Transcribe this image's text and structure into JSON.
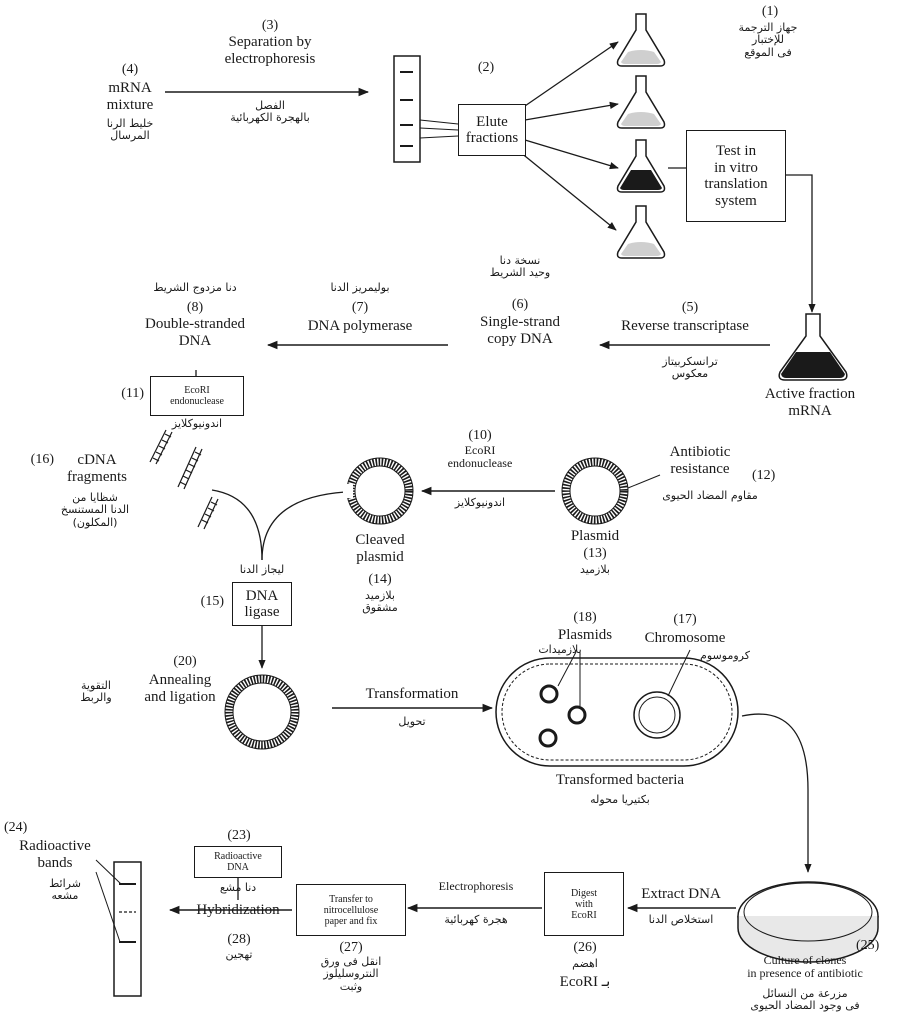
{
  "s1": {
    "num": "(1)",
    "ar": "جهاز الترجمة\nللإختبار\nفى الموقع",
    "box": "Test in\nin vitro\ntranslation\nsystem"
  },
  "s2": {
    "num": "(2)",
    "box": "Elute\nfractions"
  },
  "s3": {
    "num": "(3)",
    "en": "Separation by\nelectrophoresis",
    "ar": "الفصل\nبالهجرة الكهربائية"
  },
  "s4": {
    "num": "(4)",
    "en": "mRNA\nmixture",
    "ar": "خليط الرنا\nالمرسال"
  },
  "s5": {
    "num": "(5)",
    "en": "Reverse transcriptase",
    "ar": "ترانسكربيتاز\nمعكوس"
  },
  "active": {
    "en": "Active fraction\nmRNA"
  },
  "s6": {
    "ar": "نسخة دنا\nوحيد الشريط",
    "num": "(6)",
    "en": "Single-strand\ncopy DNA"
  },
  "s7": {
    "ar": "بوليمريز الدنا",
    "num": "(7)",
    "en": "DNA polymerase"
  },
  "s8": {
    "ar": "دنا مزدوج الشريط",
    "num": "(8)",
    "en": "Double-stranded\nDNA"
  },
  "s11": {
    "num": "(11)",
    "box": "EcoRI\nendonuclease",
    "ar": "اندونيوكلايز"
  },
  "s10": {
    "num": "(10)",
    "en": "EcoRI\nendonuclease",
    "ar": "اندونيوكلايز"
  },
  "s12": {
    "en": "Antibiotic\nresistance",
    "num": "(12)",
    "ar": "مقاوم المضاد الحيوى"
  },
  "s13": {
    "en": "Plasmid",
    "num": "(13)",
    "ar": "بلازميد"
  },
  "s14": {
    "en": "Cleaved\nplasmid",
    "num": "(14)",
    "ar": "بلازميد\nمشقوق"
  },
  "s15": {
    "num": "(15)",
    "ar": "ليجاز الدنا",
    "box": "DNA\nligase"
  },
  "s16": {
    "num": "(16)",
    "en": "cDNA\nfragments",
    "ar": "شظايا من\nالدنا المستنسخ\n(المكلون)"
  },
  "s17": {
    "num": "(17)",
    "en": "Chromosome",
    "ar": "كروموسوم"
  },
  "s18": {
    "num": "(18)",
    "en": "Plasmids",
    "ar": "بلازميدات"
  },
  "s20": {
    "num": "(20)",
    "en": "Annealing\nand ligation",
    "ar": "التقوية\nوالربط"
  },
  "transformation": {
    "en": "Transformation",
    "ar": "تحويل"
  },
  "bacteria": {
    "en": "Transformed bacteria",
    "ar": "بكتيريا محوله"
  },
  "s25": {
    "num": "(25)",
    "en": "Culture of clones\nin presence of antibiotic",
    "ar": "مزرعة من النسائل\nفى وجود المضاد الحيوى"
  },
  "extract": {
    "en": "Extract DNA",
    "ar": "استخلاص الدنا"
  },
  "s26": {
    "box": "Digest\nwith\nEcoRI",
    "num": "(26)",
    "ar": "اهضم",
    "en": "EcoRI بـ"
  },
  "electro": {
    "en": "Electrophoresis",
    "ar": "هجرة كهربائية"
  },
  "s27": {
    "box": "Transfer to\nnitrocellulose\npaper and fix",
    "num": "(27)",
    "ar": "انقل فى ورق\nالنتروسليلوز\nوثبت"
  },
  "s23": {
    "num": "(23)",
    "box": "Radioactive\nDNA",
    "ar": "دنا مشع"
  },
  "hyb": {
    "en": "Hybridization",
    "num": "(28)",
    "ar": "تهجين"
  },
  "s24": {
    "num": "(24)",
    "en": "Radioactive\nbands",
    "ar": "شرائط\nمشعه"
  }
}
